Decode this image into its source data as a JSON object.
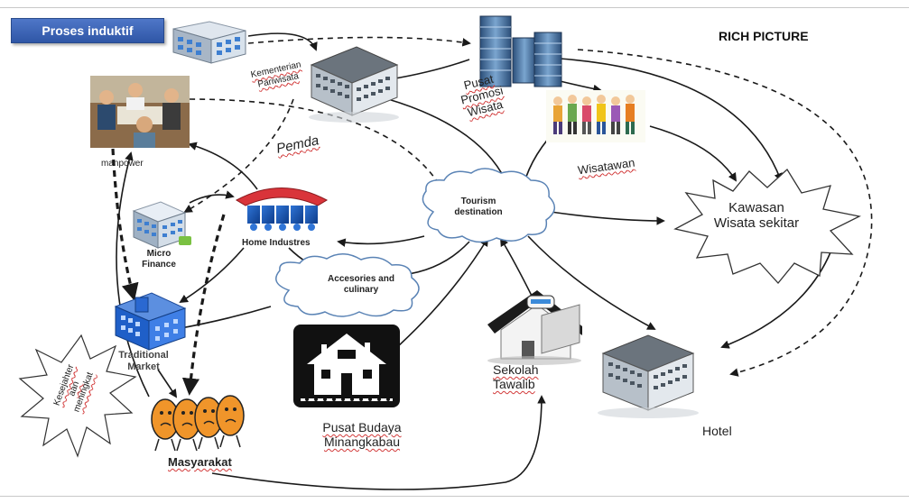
{
  "badge": "Proses induktif",
  "title": "RICH PICTURE",
  "labels": {
    "kementerian": "Kementerian Pariwisata",
    "pusat_promosi": "Pusat Promosi Wisata",
    "wisatawan": "Wisatawan",
    "manpower": "manpower",
    "pemda": "Pemda",
    "tourism": "Tourism destination",
    "kawasan": "Kawasan Wisata sekitar",
    "micro_finance": "Micro Finance",
    "home_industries": "Home Industres",
    "accesories": "Accesories and culinary",
    "traditional_market": "Traditional Market",
    "kesejahteraan": "Kesejahter aan meningkat",
    "masyarakat": "Masyarakat",
    "pusat_budaya": "Pusat Budaya Minangkabau",
    "sekolah": "Sekolah Tawalib",
    "hotel": "Hotel"
  },
  "icons": [
    "building-icon",
    "office-tower-icon",
    "gov-building-icon",
    "people-group-icon",
    "meeting-photo-icon",
    "micro-finance-icon",
    "home-industries-icon",
    "traditional-market-icon",
    "masyarakat-figures-icon",
    "culture-house-icon",
    "school-icon",
    "hotel-icon",
    "cloud-shape",
    "starburst-shape"
  ],
  "colors": {
    "badge": "#3a63b5",
    "arrow": "#1a1a1a",
    "wavy_underline": "#d23a3a"
  }
}
